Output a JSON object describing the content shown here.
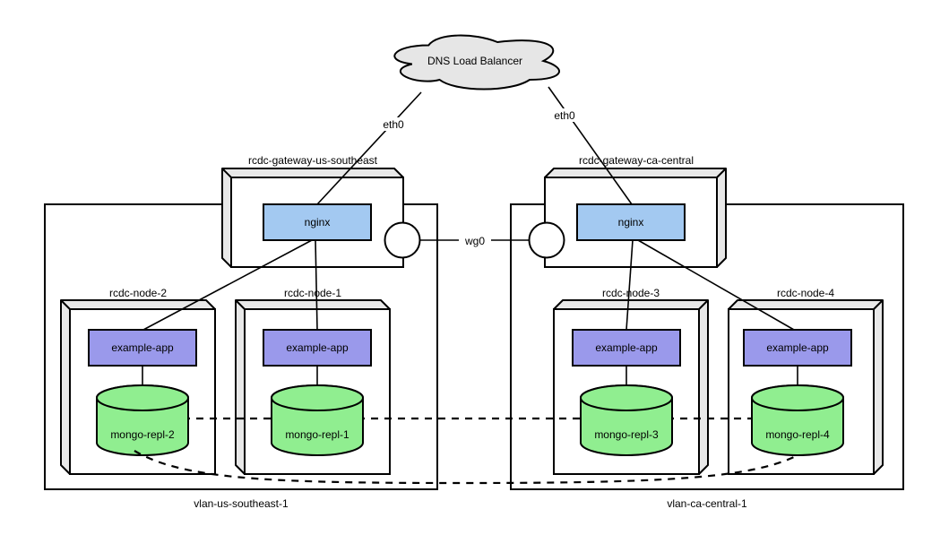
{
  "cloud": {
    "label": "DNS Load Balancer"
  },
  "edges": {
    "eth0_left": "eth0",
    "eth0_right": "eth0",
    "wg0": "wg0"
  },
  "gateways": [
    {
      "name": "rcdc-gateway-us-southeast",
      "service": "nginx"
    },
    {
      "name": "rcdc-gateway-ca-central",
      "service": "nginx"
    }
  ],
  "nodes": [
    {
      "name": "rcdc-node-2",
      "app": "example-app",
      "db": "mongo-repl-2"
    },
    {
      "name": "rcdc-node-1",
      "app": "example-app",
      "db": "mongo-repl-1"
    },
    {
      "name": "rcdc-node-3",
      "app": "example-app",
      "db": "mongo-repl-3"
    },
    {
      "name": "rcdc-node-4",
      "app": "example-app",
      "db": "mongo-repl-4"
    }
  ],
  "vlans": [
    {
      "name": "vlan-us-southeast-1"
    },
    {
      "name": "vlan-ca-central-1"
    }
  ],
  "colors": {
    "nginx_fill": "#a3c9f1",
    "app_fill": "#9a99eb",
    "db_fill": "#90ee90",
    "cloud_fill": "#e6e6e6",
    "bevel_fill": "#e8e8e8",
    "container_fill": "#ffffff",
    "stroke": "#000000"
  }
}
